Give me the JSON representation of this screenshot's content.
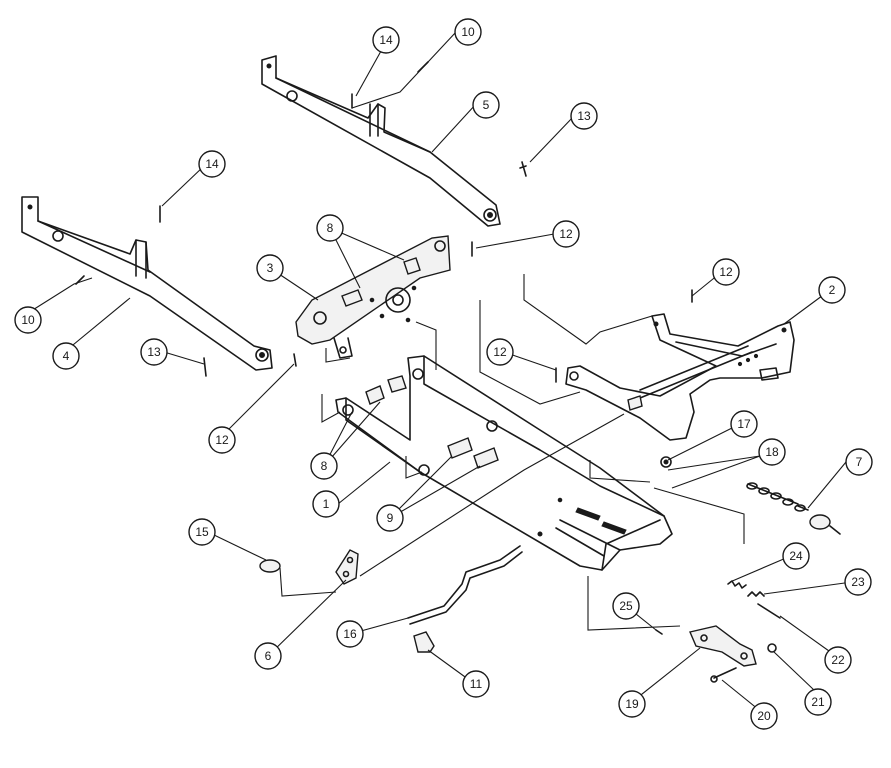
{
  "callouts": [
    {
      "label": "1"
    },
    {
      "label": "2"
    },
    {
      "label": "3"
    },
    {
      "label": "4"
    },
    {
      "label": "5"
    },
    {
      "label": "6"
    },
    {
      "label": "7"
    },
    {
      "label": "8"
    },
    {
      "label": "8"
    },
    {
      "label": "9"
    },
    {
      "label": "10"
    },
    {
      "label": "10"
    },
    {
      "label": "11"
    },
    {
      "label": "12"
    },
    {
      "label": "12"
    },
    {
      "label": "12"
    },
    {
      "label": "12"
    },
    {
      "label": "13"
    },
    {
      "label": "13"
    },
    {
      "label": "14"
    },
    {
      "label": "14"
    },
    {
      "label": "15"
    },
    {
      "label": "16"
    },
    {
      "label": "17"
    },
    {
      "label": "18"
    },
    {
      "label": "19"
    },
    {
      "label": "20"
    },
    {
      "label": "21"
    },
    {
      "label": "22"
    },
    {
      "label": "23"
    },
    {
      "label": "24"
    },
    {
      "label": "25"
    }
  ]
}
